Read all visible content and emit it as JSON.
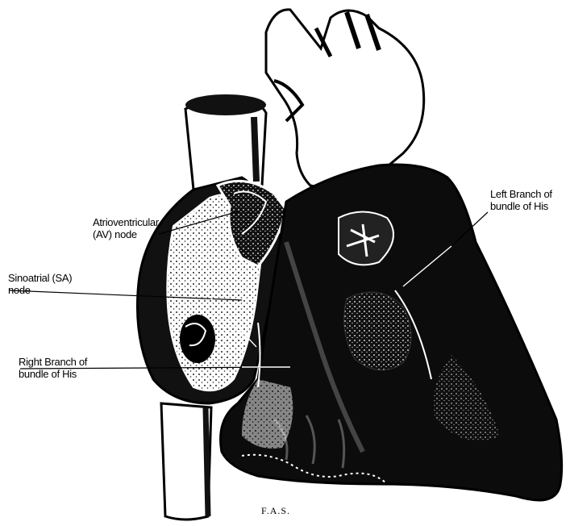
{
  "labels": {
    "av_node": [
      "Atrioventricular",
      "(AV) node"
    ],
    "sa_node": [
      "Sinoatrial (SA)",
      "node"
    ],
    "right_branch": [
      "Right Branch of",
      "bundle of His"
    ],
    "left_branch": [
      "Left Branch of",
      "bundle of His"
    ]
  },
  "signature": "F.A.S.",
  "colors": {
    "ink": "#000000",
    "paper": "#ffffff",
    "tissue": "#1a1a1a"
  }
}
